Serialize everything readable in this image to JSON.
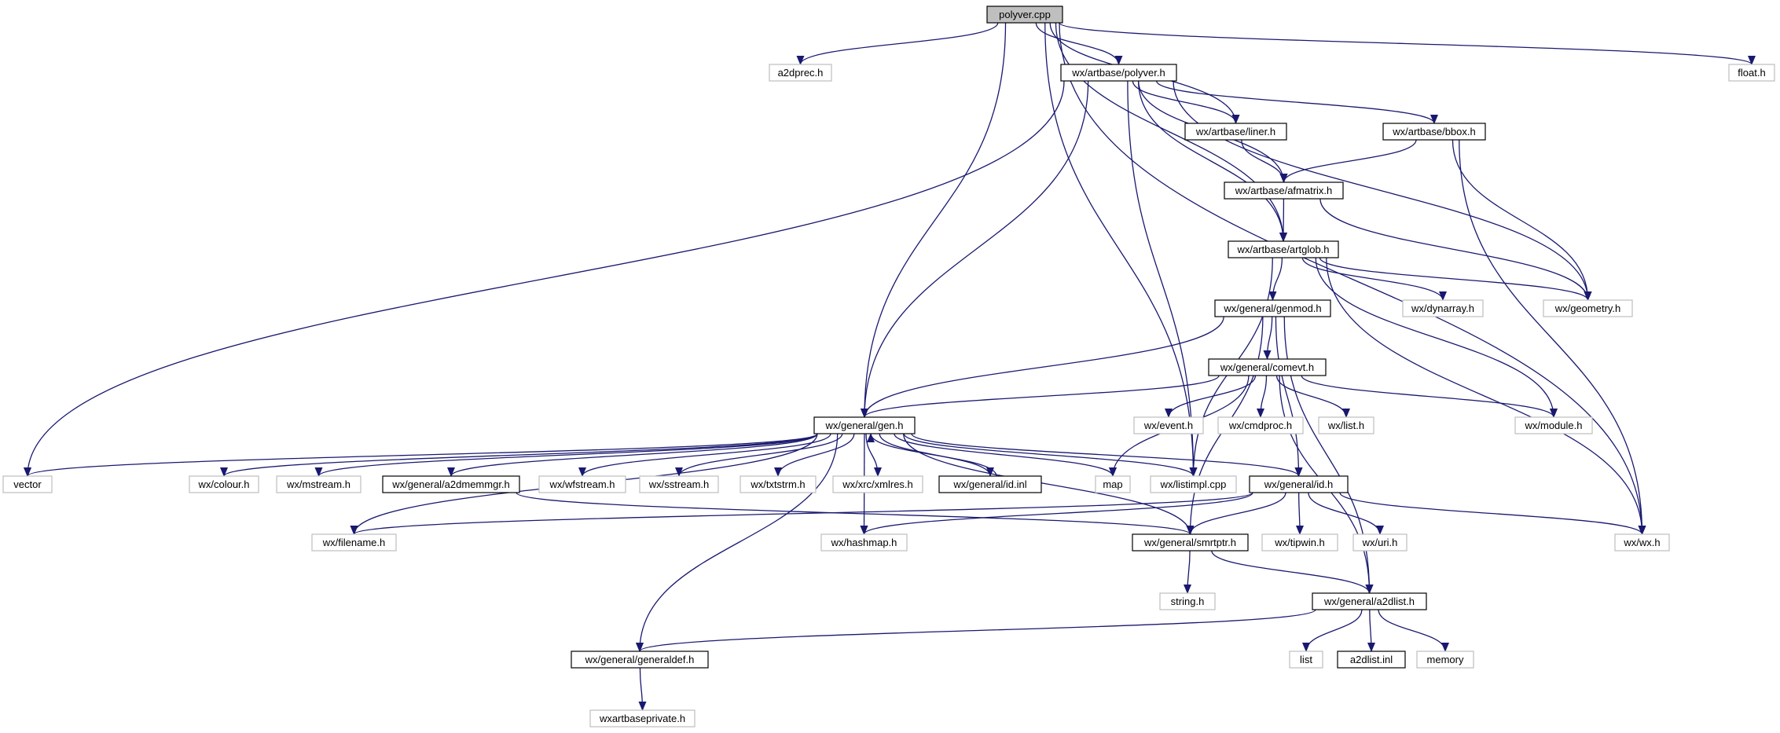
{
  "diagram": {
    "colors": {
      "edge": "#191970",
      "node_border_documented": "#000000",
      "node_border_external": "#bfbfbf",
      "root_fill": "#bfbfbf",
      "node_fill": "#ffffff"
    },
    "nodes": [
      {
        "id": "polyver_cpp",
        "label": "polyver.cpp",
        "kind": "root"
      },
      {
        "id": "a2dprec_h",
        "label": "a2dprec.h",
        "kind": "external"
      },
      {
        "id": "polyver_h",
        "label": "wx/artbase/polyver.h",
        "kind": "documented"
      },
      {
        "id": "float_h",
        "label": "float.h",
        "kind": "external"
      },
      {
        "id": "liner_h",
        "label": "wx/artbase/liner.h",
        "kind": "documented"
      },
      {
        "id": "bbox_h",
        "label": "wx/artbase/bbox.h",
        "kind": "documented"
      },
      {
        "id": "afmatrix_h",
        "label": "wx/artbase/afmatrix.h",
        "kind": "documented"
      },
      {
        "id": "artglob_h",
        "label": "wx/artbase/artglob.h",
        "kind": "documented"
      },
      {
        "id": "genmod_h",
        "label": "wx/general/genmod.h",
        "kind": "documented"
      },
      {
        "id": "dynarray_h",
        "label": "wx/dynarray.h",
        "kind": "external"
      },
      {
        "id": "geometry_h",
        "label": "wx/geometry.h",
        "kind": "external"
      },
      {
        "id": "comevt_h",
        "label": "wx/general/comevt.h",
        "kind": "documented"
      },
      {
        "id": "gen_h",
        "label": "wx/general/gen.h",
        "kind": "documented"
      },
      {
        "id": "event_h",
        "label": "wx/event.h",
        "kind": "external"
      },
      {
        "id": "cmdproc_h",
        "label": "wx/cmdproc.h",
        "kind": "external"
      },
      {
        "id": "list_h",
        "label": "wx/list.h",
        "kind": "external"
      },
      {
        "id": "module_h",
        "label": "wx/module.h",
        "kind": "external"
      },
      {
        "id": "vector",
        "label": "vector",
        "kind": "external"
      },
      {
        "id": "colour_h",
        "label": "wx/colour.h",
        "kind": "external"
      },
      {
        "id": "mstream_h",
        "label": "wx/mstream.h",
        "kind": "external"
      },
      {
        "id": "a2dmemmgr_h",
        "label": "wx/general/a2dmemmgr.h",
        "kind": "documented"
      },
      {
        "id": "wfstream_h",
        "label": "wx/wfstream.h",
        "kind": "external"
      },
      {
        "id": "sstream_h",
        "label": "wx/sstream.h",
        "kind": "external"
      },
      {
        "id": "txtstrm_h",
        "label": "wx/txtstrm.h",
        "kind": "external"
      },
      {
        "id": "xmlres_h",
        "label": "wx/xrc/xmlres.h",
        "kind": "external"
      },
      {
        "id": "id_inl",
        "label": "wx/general/id.inl",
        "kind": "documented"
      },
      {
        "id": "map",
        "label": "map",
        "kind": "external"
      },
      {
        "id": "listimpl_cpp",
        "label": "wx/listimpl.cpp",
        "kind": "external"
      },
      {
        "id": "id_h",
        "label": "wx/general/id.h",
        "kind": "documented"
      },
      {
        "id": "wx_h",
        "label": "wx/wx.h",
        "kind": "external"
      },
      {
        "id": "filename_h",
        "label": "wx/filename.h",
        "kind": "external"
      },
      {
        "id": "hashmap_h",
        "label": "wx/hashmap.h",
        "kind": "external"
      },
      {
        "id": "smrtptr_h",
        "label": "wx/general/smrtptr.h",
        "kind": "documented"
      },
      {
        "id": "tipwin_h",
        "label": "wx/tipwin.h",
        "kind": "external"
      },
      {
        "id": "uri_h",
        "label": "wx/uri.h",
        "kind": "external"
      },
      {
        "id": "string_h",
        "label": "string.h",
        "kind": "external"
      },
      {
        "id": "a2dlist_h",
        "label": "wx/general/a2dlist.h",
        "kind": "documented"
      },
      {
        "id": "generaldef_h",
        "label": "wx/general/generaldef.h",
        "kind": "documented"
      },
      {
        "id": "list",
        "label": "list",
        "kind": "external"
      },
      {
        "id": "a2dlist_inl",
        "label": "a2dlist.inl",
        "kind": "documented"
      },
      {
        "id": "memory",
        "label": "memory",
        "kind": "external"
      },
      {
        "id": "wxartbaseprivate_h",
        "label": "wxartbaseprivate.h",
        "kind": "external"
      }
    ],
    "edges": [
      [
        "polyver_cpp",
        "a2dprec_h"
      ],
      [
        "polyver_cpp",
        "polyver_h"
      ],
      [
        "polyver_cpp",
        "float_h"
      ],
      [
        "polyver_cpp",
        "liner_h"
      ],
      [
        "polyver_cpp",
        "artglob_h"
      ],
      [
        "polyver_cpp",
        "gen_h"
      ],
      [
        "polyver_cpp",
        "listimpl_cpp"
      ],
      [
        "polyver_cpp",
        "wx_h"
      ],
      [
        "polyver_h",
        "liner_h"
      ],
      [
        "polyver_h",
        "bbox_h"
      ],
      [
        "polyver_h",
        "afmatrix_h"
      ],
      [
        "polyver_h",
        "artglob_h"
      ],
      [
        "polyver_h",
        "geometry_h"
      ],
      [
        "polyver_h",
        "vector"
      ],
      [
        "polyver_h",
        "gen_h"
      ],
      [
        "polyver_h",
        "listimpl_cpp"
      ],
      [
        "liner_h",
        "afmatrix_h"
      ],
      [
        "bbox_h",
        "afmatrix_h"
      ],
      [
        "bbox_h",
        "geometry_h"
      ],
      [
        "bbox_h",
        "wx_h"
      ],
      [
        "afmatrix_h",
        "artglob_h"
      ],
      [
        "afmatrix_h",
        "geometry_h"
      ],
      [
        "artglob_h",
        "genmod_h"
      ],
      [
        "artglob_h",
        "dynarray_h"
      ],
      [
        "artglob_h",
        "geometry_h"
      ],
      [
        "artglob_h",
        "module_h"
      ],
      [
        "artglob_h",
        "wx_h"
      ],
      [
        "artglob_h",
        "listimpl_cpp"
      ],
      [
        "genmod_h",
        "comevt_h"
      ],
      [
        "genmod_h",
        "gen_h"
      ],
      [
        "genmod_h",
        "id_h"
      ],
      [
        "genmod_h",
        "a2dlist_h"
      ],
      [
        "genmod_h",
        "smrtptr_h"
      ],
      [
        "comevt_h",
        "gen_h"
      ],
      [
        "comevt_h",
        "event_h"
      ],
      [
        "comevt_h",
        "cmdproc_h"
      ],
      [
        "comevt_h",
        "list_h"
      ],
      [
        "comevt_h",
        "module_h"
      ],
      [
        "comevt_h",
        "map"
      ],
      [
        "comevt_h",
        "a2dlist_h"
      ],
      [
        "gen_h",
        "vector"
      ],
      [
        "gen_h",
        "colour_h"
      ],
      [
        "gen_h",
        "mstream_h"
      ],
      [
        "gen_h",
        "a2dmemmgr_h"
      ],
      [
        "gen_h",
        "wfstream_h"
      ],
      [
        "gen_h",
        "sstream_h"
      ],
      [
        "gen_h",
        "txtstrm_h"
      ],
      [
        "gen_h",
        "xmlres_h"
      ],
      [
        "gen_h",
        "id_inl"
      ],
      [
        "gen_h",
        "map"
      ],
      [
        "gen_h",
        "listimpl_cpp"
      ],
      [
        "gen_h",
        "id_h"
      ],
      [
        "gen_h",
        "smrtptr_h"
      ],
      [
        "gen_h",
        "filename_h"
      ],
      [
        "gen_h",
        "hashmap_h"
      ],
      [
        "gen_h",
        "generaldef_h"
      ],
      [
        "id_inl",
        "gen_h"
      ],
      [
        "a2dmemmgr_h",
        "smrtptr_h"
      ],
      [
        "id_h",
        "filename_h"
      ],
      [
        "id_h",
        "hashmap_h"
      ],
      [
        "id_h",
        "smrtptr_h"
      ],
      [
        "id_h",
        "tipwin_h"
      ],
      [
        "id_h",
        "uri_h"
      ],
      [
        "id_h",
        "wx_h"
      ],
      [
        "smrtptr_h",
        "string_h"
      ],
      [
        "smrtptr_h",
        "a2dlist_h"
      ],
      [
        "a2dlist_h",
        "generaldef_h"
      ],
      [
        "a2dlist_h",
        "list"
      ],
      [
        "a2dlist_h",
        "a2dlist_inl"
      ],
      [
        "a2dlist_h",
        "memory"
      ],
      [
        "generaldef_h",
        "wxartbaseprivate_h"
      ]
    ]
  }
}
